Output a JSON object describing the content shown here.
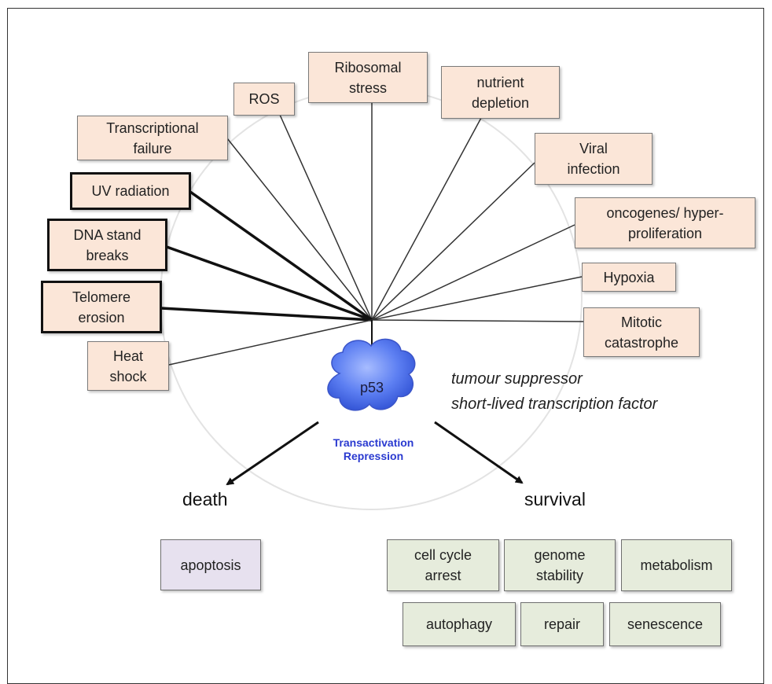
{
  "stresses": {
    "ros": "ROS",
    "ribosomal": "Ribosomal stress",
    "nutrient": "nutrient depletion",
    "transcriptional": "Transcriptional failure",
    "viral": "Viral infection",
    "uv": "UV radiation",
    "oncogenes": "oncogenes/ hyper-proliferation",
    "dna": "DNA stand breaks",
    "hypoxia": "Hypoxia",
    "telomere": "Telomere erosion",
    "mitotic": "Mitotic catastrophe",
    "heat": "Heat shock"
  },
  "p53": {
    "label": "p53",
    "mode_1": "Transactivation",
    "mode_2": "Repression",
    "desc_1": "tumour suppressor",
    "desc_2": "short-lived transcription factor"
  },
  "fates": {
    "death": {
      "label": "death",
      "outcomes": [
        "apoptosis"
      ]
    },
    "survival": {
      "label": "survival",
      "outcomes": [
        "cell cycle arrest",
        "genome stability",
        "metabolism",
        "autophagy",
        "repair",
        "senescence"
      ]
    }
  },
  "colors": {
    "stress_fill": "#fbe6d8",
    "death_fill": "#e7e1ef",
    "survival_fill": "#e6ecdc",
    "p53_cloud": "#6f8ff2",
    "mode_text": "#2a3ad0"
  }
}
